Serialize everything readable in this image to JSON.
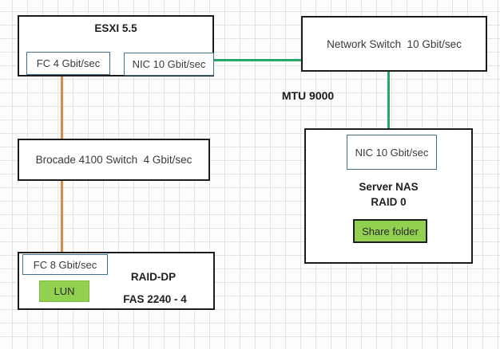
{
  "labels": {
    "mtu": "MTU 9000"
  },
  "nodes": {
    "esxi": {
      "title": "ESXI 5.5",
      "ports": [
        {
          "label": "FC 4 Gbit/sec"
        },
        {
          "label": "NIC 10 Gbit/sec"
        }
      ]
    },
    "network_switch": {
      "label": "Network Switch  10 Gbit/sec"
    },
    "brocade": {
      "label": "Brocade 4100 Switch  4 Gbit/sec"
    },
    "server_nas": {
      "port": "NIC 10 Gbit/sec",
      "title_line1": "Server NAS",
      "title_line2": "RAID 0",
      "share_folder": "Share folder"
    },
    "fas": {
      "port": "FC 8 Gbit/sec",
      "lun": "LUN",
      "title_line1": "RAID-DP",
      "title_line2": "FAS 2240 - 4"
    }
  },
  "colors": {
    "fc_link": "#e0893c",
    "eth_link": "#28a569",
    "highlight_fill": "#92d050",
    "port_border": "#41718c"
  }
}
